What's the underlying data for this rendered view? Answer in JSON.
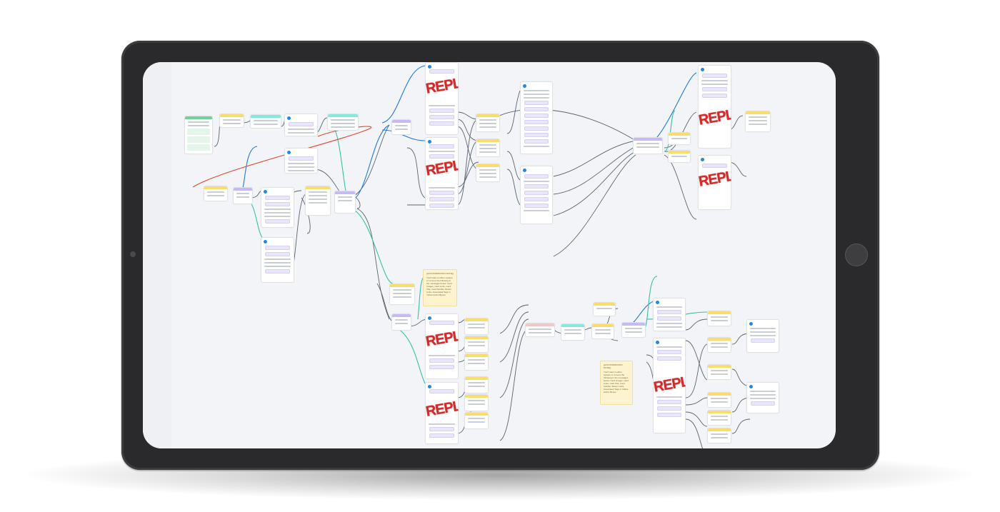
{
  "colors": {
    "frame": "#2a2a2c",
    "canvas": "#f2f4f7",
    "edge": "#5b6470",
    "edge_blue": "#1f7ad6",
    "edge_green": "#35c2a0",
    "edge_red": "#e0472e",
    "header_yellow": "#f9dc6b",
    "header_cyan": "#84eadd",
    "header_purple": "#c7b9f4",
    "replace_stamp": "#d42a2a"
  },
  "stamps": {
    "replace": "REPLACE"
  },
  "notes": {
    "note_1": {
      "title": "{{CUSTOMIZATION NOTE}}",
      "text": "You'll want to either replace or remove the following in the messages below: Card Images, Card Links, Card Title, Card Subtitle, Button Links, Associated Tags in Yellow Action Boxes"
    },
    "note_2": {
      "title": "{{CUSTOMIZATION NOTE}}",
      "text": "You'll want to either replace or remove the following in the messages below: Card Images, Card Links, Card Title, Card Subtitle, Button Links, Associated Tags in Yellow Action Boxes"
    }
  },
  "icons": {
    "camera": "camera-dot",
    "home": "home-button-circle"
  }
}
